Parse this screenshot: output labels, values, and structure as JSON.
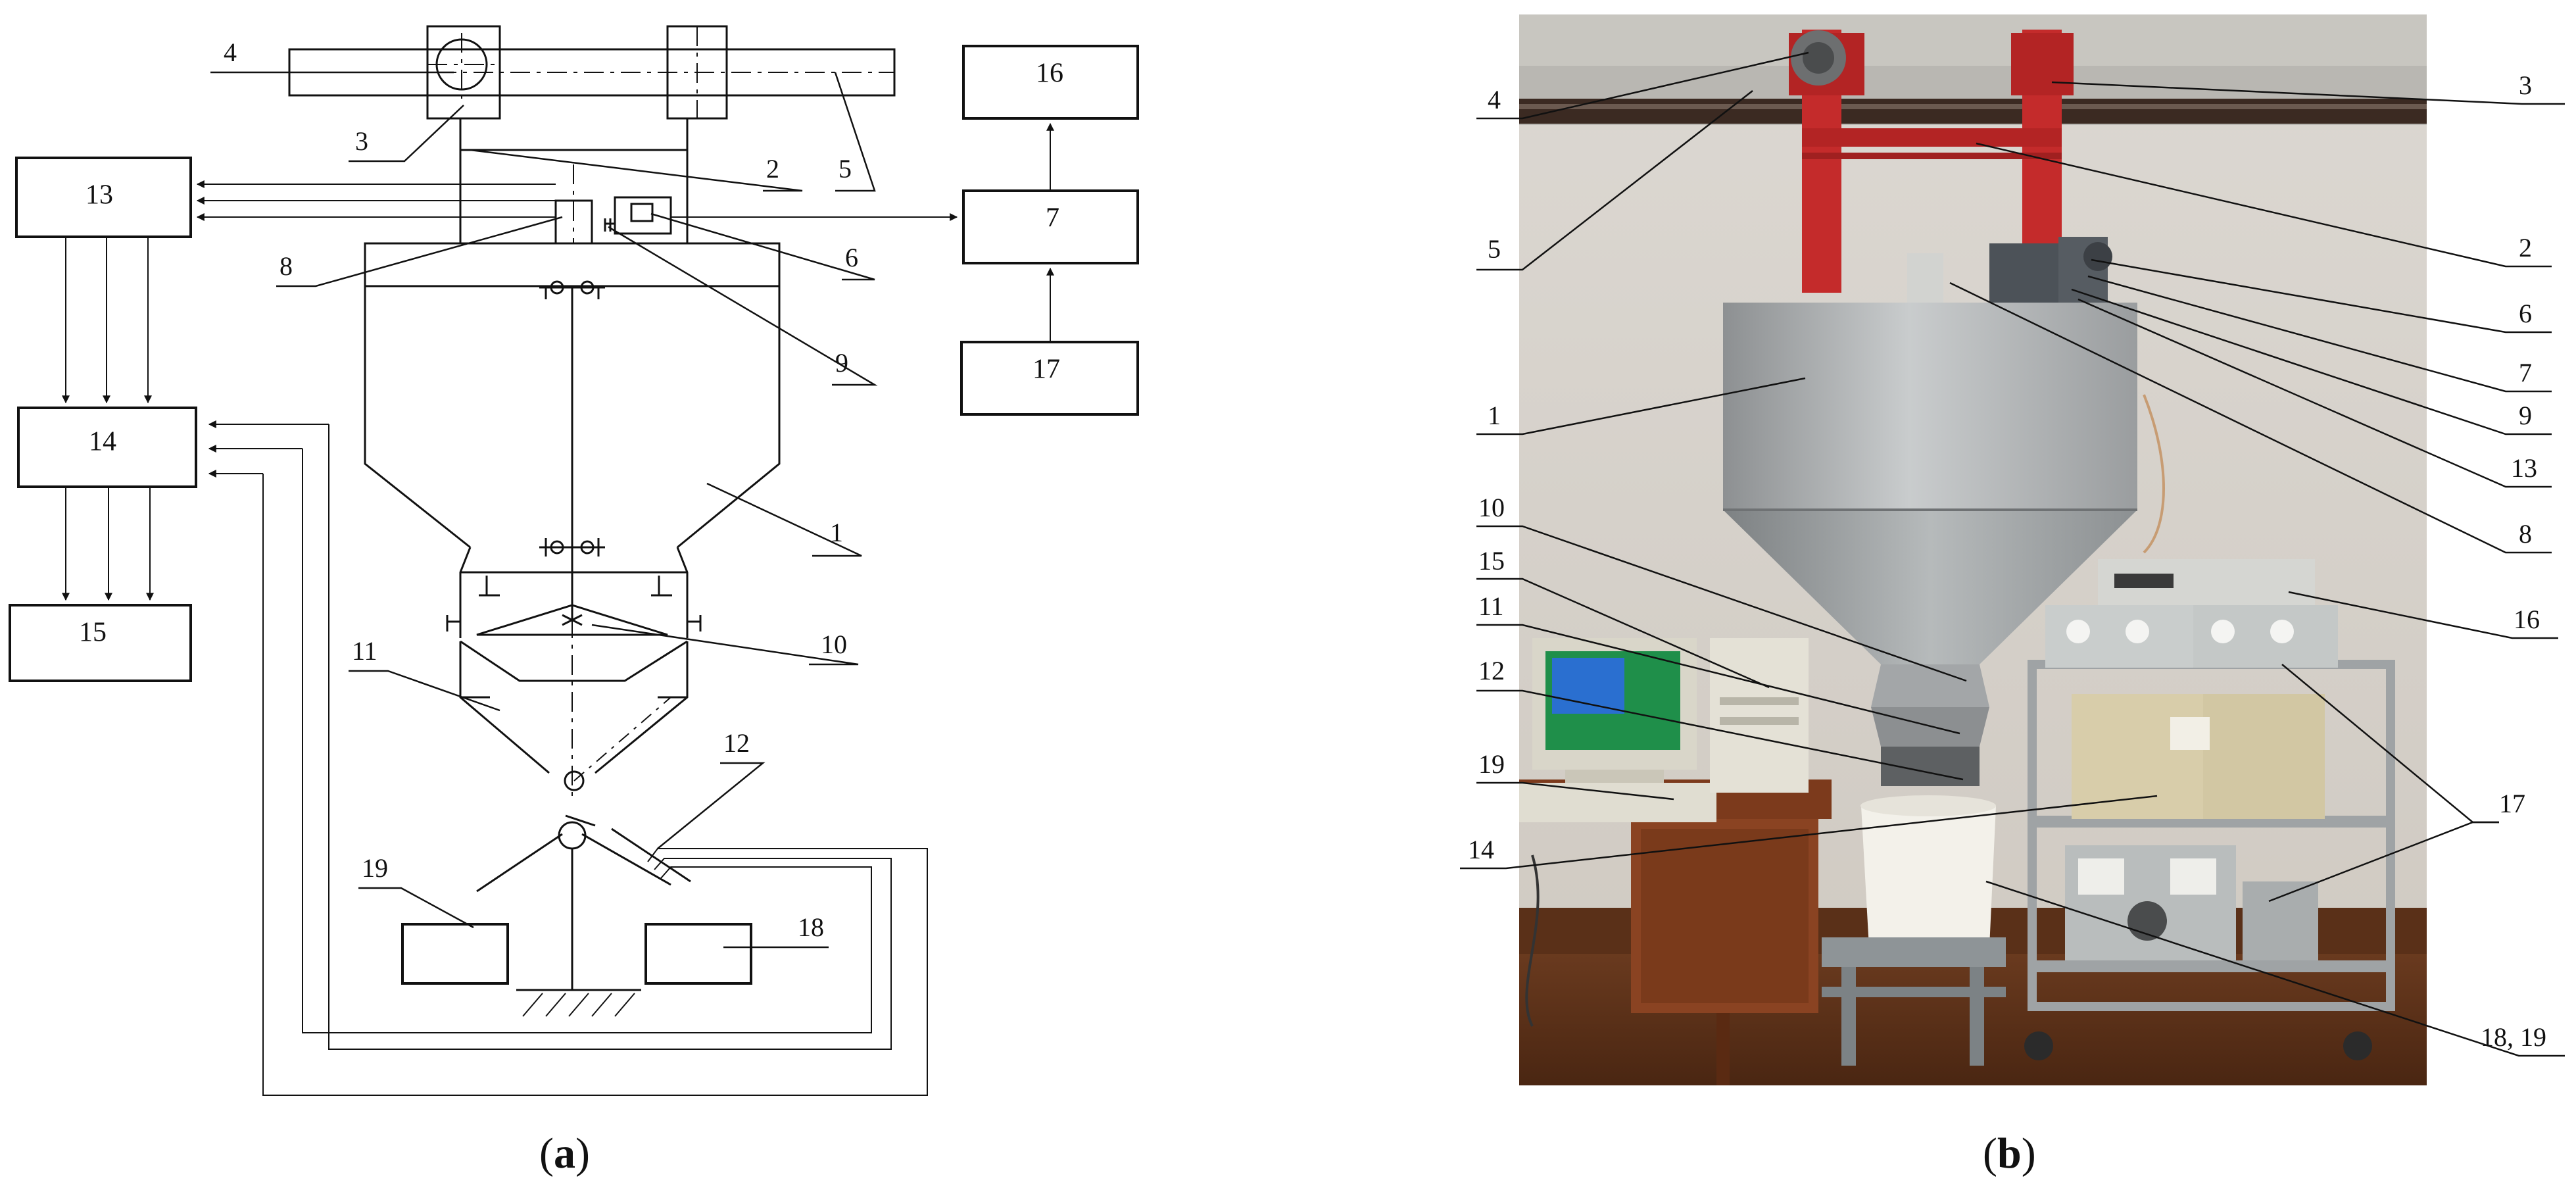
{
  "schematic": {
    "labels": {
      "l1": "1",
      "l2": "2",
      "l3": "3",
      "l4": "4",
      "l5": "5",
      "l6": "6",
      "l8": "8",
      "l9": "9",
      "l10": "10",
      "l11": "11",
      "l12": "12",
      "l18": "18",
      "l19": "19"
    },
    "boxes": {
      "b7": "7",
      "b13": "13",
      "b14": "14",
      "b15": "15",
      "b16": "16",
      "b17": "17"
    }
  },
  "photo": {
    "left_labels": {
      "p4": "4",
      "p5": "5",
      "p1": "1",
      "p10": "10",
      "p15": "15",
      "p11": "11",
      "p12": "12",
      "p19": "19",
      "p14": "14"
    },
    "right_labels": {
      "p3": "3",
      "p2": "2",
      "p6": "6",
      "p7": "7",
      "p9": "9",
      "p13": "13",
      "p8": "8",
      "p16": "16",
      "p17": "17",
      "p1819": "18, 19"
    },
    "monitor_colors": {
      "screen": "#1f8f4a",
      "window": "#2a6fd0"
    }
  },
  "captions": {
    "a_open": "(",
    "a_letter": "a",
    "a_close": ")",
    "b_open": "(",
    "b_letter": "b",
    "b_close": ")"
  }
}
